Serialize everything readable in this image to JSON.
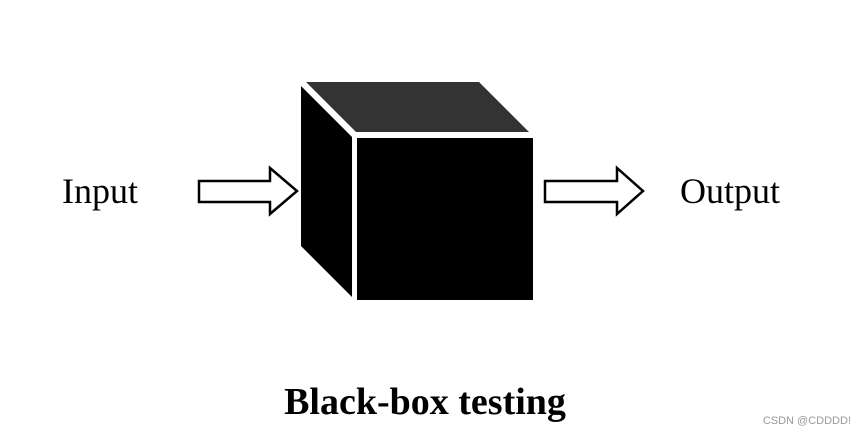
{
  "input_label": "Input",
  "output_label": "Output",
  "caption": "Black-box testing",
  "watermark": "CSDN @CDDDD!",
  "colors": {
    "cube_face": "#000000",
    "cube_top": "#333333",
    "arrow_fill": "#ffffff"
  }
}
